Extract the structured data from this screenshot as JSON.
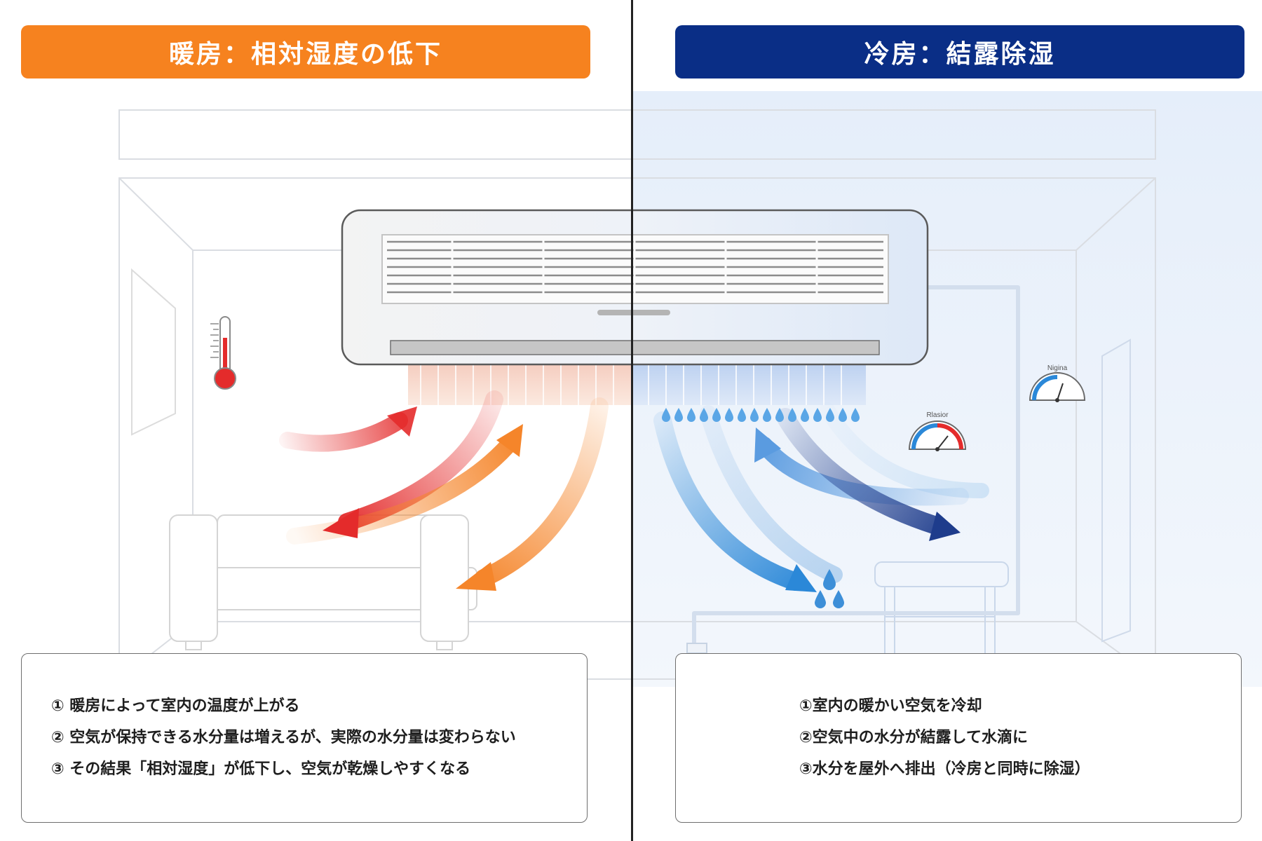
{
  "colors": {
    "heat_banner": "#f6821f",
    "cool_banner": "#0a2e86",
    "heat_red": "#e42b2b",
    "heat_orange": "#f5852a",
    "cool_light_blue": "#2b88d8",
    "cool_navy": "#1e3c8c"
  },
  "icons": [
    "thermometer-icon",
    "humidity-gauge-icon",
    "water-drop-icon"
  ],
  "heating": {
    "title": "暖房：相対湿度の低下",
    "steps": [
      "① 暖房によって室内の温度が上がる",
      "② 空気が保持できる水分量は増えるが、実際の水分量は変わらない",
      "③ その結果「相対湿度」が低下し、空気が乾燥しやすくなる"
    ]
  },
  "cooling": {
    "title": "冷房：結露除湿",
    "steps": [
      "①室内の暖かい空気を冷却",
      "②空気中の水分が結露して水滴に",
      "③水分を屋外へ排出（冷房と同時に除湿）"
    ],
    "gauge_labels": [
      "Rlasior",
      "Nigina"
    ]
  }
}
